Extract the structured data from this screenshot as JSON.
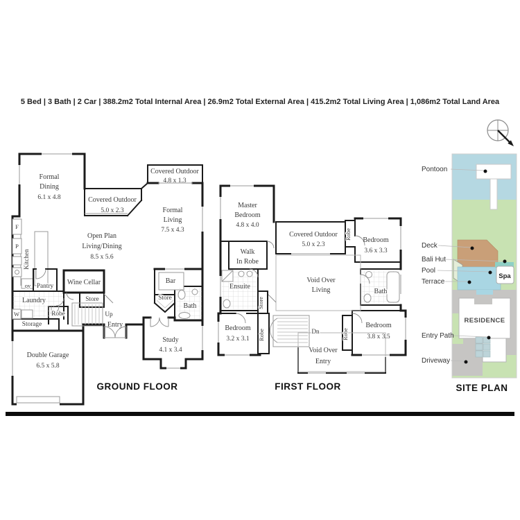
{
  "header": {
    "stats_line": "5 Bed | 3 Bath | 2 Car | 388.2m2 Total Internal Area | 26.9m2 Total External Area | 415.2m2 Total Living Area | 1,086m2 Total Land Area"
  },
  "floors": {
    "ground": {
      "title": "GROUND FLOOR",
      "labels": {
        "formal_dining": [
          "Formal",
          "Dining",
          "6.1 x 4.8"
        ],
        "covered_outdoor_ne": [
          "Covered Outdoor",
          "4.8 x 1.3"
        ],
        "covered_outdoor_w": [
          "Covered Outdoor",
          "5.0 x 2.3"
        ],
        "formal_living": [
          "Formal",
          "Living",
          "7.5 x 4.3"
        ],
        "open_plan": [
          "Open Plan",
          "Living/Dining",
          "8.5 x 5.6"
        ],
        "kitchen": "Kitchen",
        "fridge": "F",
        "pantry_cab": "P",
        "oven": "ov",
        "pantry": "Pantry",
        "wine_cellar": "Wine Cellar",
        "laundry": "Laundry",
        "store_left": "Store",
        "robe": "Robe",
        "washer": "W",
        "storage": "Storage",
        "up": "Up",
        "entry": "Entry",
        "bar": "Bar",
        "store_right": "Store",
        "bath": "Bath",
        "study": [
          "Study",
          "4.1 x 3.4"
        ],
        "double_garage": [
          "Double Garage",
          "6.5 x 5.8"
        ]
      }
    },
    "first": {
      "title": "FIRST FLOOR",
      "labels": {
        "master_bedroom": [
          "Master",
          "Bedroom",
          "4.8 x 4.0"
        ],
        "covered_outdoor": [
          "Covered Outdoor",
          "5.0 x 2.3"
        ],
        "robe_n": "Robe",
        "bedroom_ne": [
          "Bedroom",
          "3.6 x 3.3"
        ],
        "walk_in_robe": [
          "Walk",
          "In Robe"
        ],
        "ensuite": "Ensuite",
        "store": "Store",
        "void_over_living": [
          "Void Over",
          "Living"
        ],
        "bath": "Bath",
        "bedroom_sw": [
          "Bedroom",
          "3.2 x 3.1"
        ],
        "robe_sw": "Robe",
        "dn": "Dn",
        "robe_se": "Robe",
        "bedroom_se": [
          "Bedroom",
          "3.8 x 3.5"
        ],
        "void_over_entry": [
          "Void Over",
          "Entry"
        ]
      }
    }
  },
  "site_plan": {
    "title": "SITE PLAN",
    "callouts": {
      "pontoon": "Pontoon",
      "deck": "Deck",
      "bali_hut": "Bali Hut",
      "pool": "Pool",
      "terrace": "Terrace",
      "entry_path": "Entry Path",
      "driveway": "Driveway"
    },
    "residence": "RESIDENCE",
    "spa": "Spa",
    "colors": {
      "water": "#b5d8e2",
      "grass": "#c8e2b2",
      "deck": "#c99f78",
      "pool": "#a9d6e3",
      "paving": "#c6c5c3",
      "spa_teal": "#8ed0c5",
      "path_tile": "#bdd4d9"
    }
  }
}
